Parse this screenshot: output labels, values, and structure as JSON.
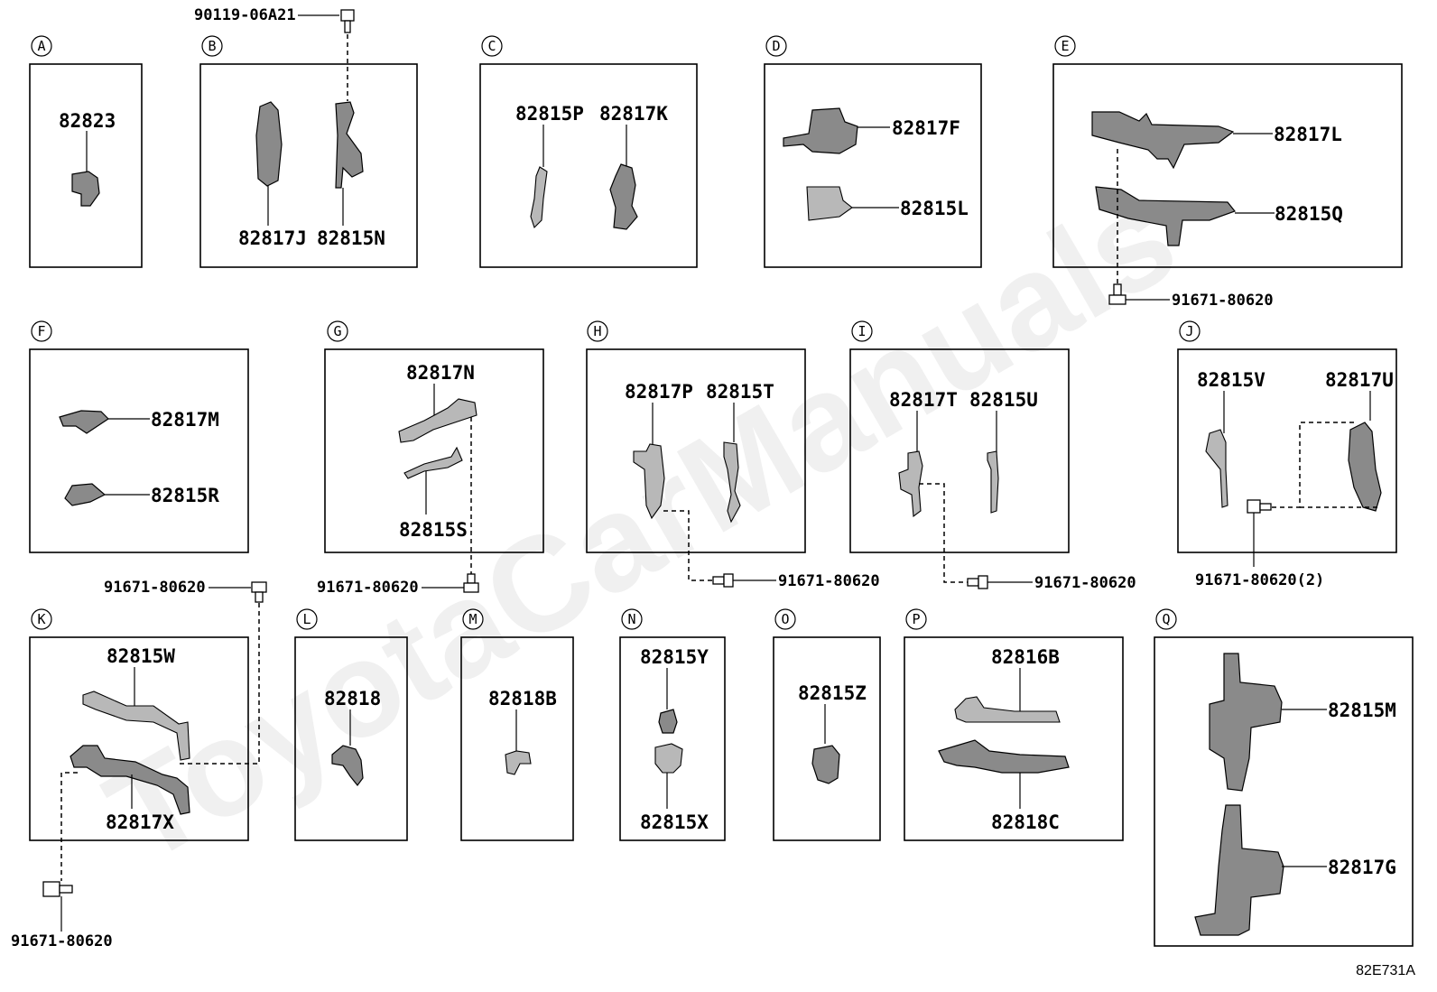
{
  "diagram": {
    "watermark": "ToyotaCarManuals",
    "code": "82E731A",
    "panels": [
      {
        "letter": "A",
        "parts": [
          "82823"
        ]
      },
      {
        "letter": "B",
        "parts": [
          "82817J",
          "82815N"
        ],
        "fasteners": [
          "90119-06A21"
        ]
      },
      {
        "letter": "C",
        "parts": [
          "82815P",
          "82817K"
        ]
      },
      {
        "letter": "D",
        "parts": [
          "82817F",
          "82815L"
        ]
      },
      {
        "letter": "E",
        "parts": [
          "82817L",
          "82815Q"
        ],
        "fasteners": [
          "91671-80620"
        ]
      },
      {
        "letter": "F",
        "parts": [
          "82817M",
          "82815R"
        ]
      },
      {
        "letter": "G",
        "parts": [
          "82817N",
          "82815S"
        ],
        "fasteners": [
          "91671-80620"
        ]
      },
      {
        "letter": "H",
        "parts": [
          "82817P",
          "82815T"
        ],
        "fasteners": [
          "91671-80620"
        ]
      },
      {
        "letter": "I",
        "parts": [
          "82817T",
          "82815U"
        ],
        "fasteners": [
          "91671-80620"
        ]
      },
      {
        "letter": "J",
        "parts": [
          "82815V",
          "82817U"
        ],
        "fasteners": [
          "91671-80620(2)"
        ]
      },
      {
        "letter": "K",
        "parts": [
          "82815W",
          "82817X"
        ],
        "fasteners": [
          "91671-80620",
          "91671-80620"
        ]
      },
      {
        "letter": "L",
        "parts": [
          "82818"
        ]
      },
      {
        "letter": "M",
        "parts": [
          "82818B"
        ]
      },
      {
        "letter": "N",
        "parts": [
          "82815Y",
          "82815X"
        ]
      },
      {
        "letter": "O",
        "parts": [
          "82815Z"
        ]
      },
      {
        "letter": "P",
        "parts": [
          "82816B",
          "82818C"
        ]
      },
      {
        "letter": "Q",
        "parts": [
          "82815M",
          "82817G"
        ]
      }
    ]
  }
}
